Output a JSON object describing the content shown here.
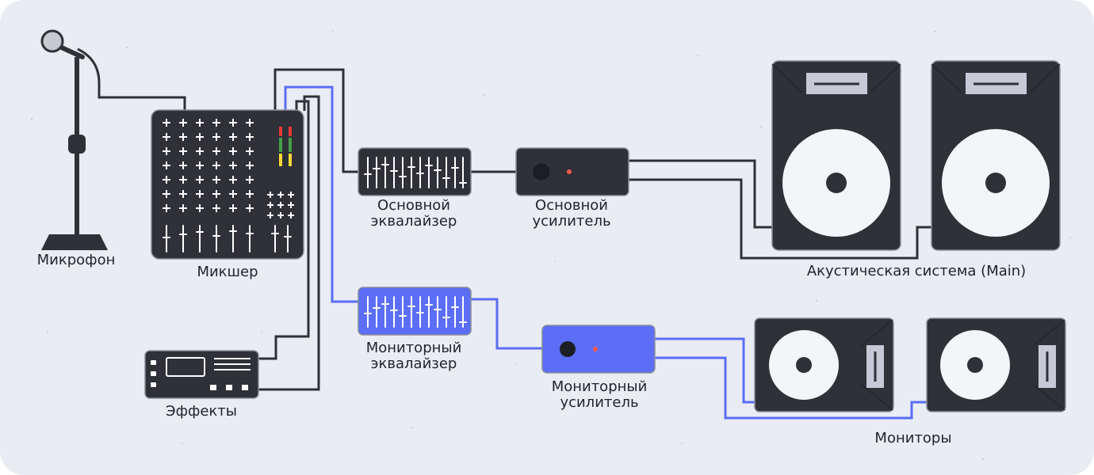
{
  "labels": {
    "microphone": "Микрофон",
    "mixer": "Микшер",
    "effects": "Эффекты",
    "main_eq_line1": "Основной",
    "main_eq_line2": "эквалайзер",
    "main_amp_line1": "Основной",
    "main_amp_line2": "усилитель",
    "main_speakers": "Акустическая система (Main)",
    "monitor_eq_line1": "Мониторный",
    "monitor_eq_line2": "эквалайзер",
    "monitor_amp_line1": "Мониторный",
    "monitor_amp_line2": "усилитель",
    "monitors": "Мониторы"
  },
  "colors": {
    "background": "#e9ecf3",
    "device": "#2f3038",
    "device_outline": "#8b8e99",
    "main_cable": "#2f3038",
    "monitor_cable": "#5b6ef5",
    "monitor_device": "#5b6ef5",
    "speaker_cone": "#f4f5f8",
    "meter_red": "#e53935",
    "meter_green": "#43a047",
    "meter_yellow": "#fdd835",
    "indicator": "#ff5a4e"
  }
}
